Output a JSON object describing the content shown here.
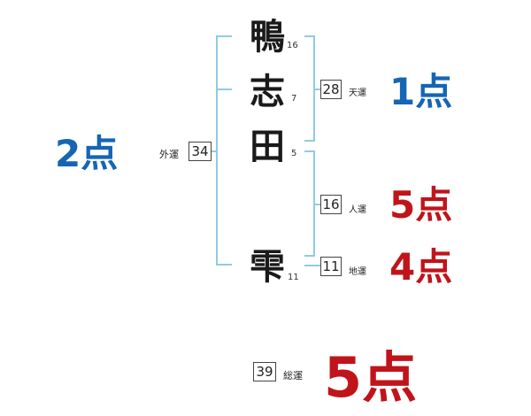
{
  "name": {
    "chars": [
      {
        "char": "鴨",
        "strokes": "16"
      },
      {
        "char": "志",
        "strokes": "7"
      },
      {
        "char": "田",
        "strokes": "5"
      },
      {
        "char": "雫",
        "strokes": "11"
      }
    ]
  },
  "fortunes": {
    "gaiun": {
      "label": "外運",
      "value": "34",
      "score": "2",
      "unit": "点"
    },
    "tenun": {
      "label": "天運",
      "value": "28",
      "score": "1",
      "unit": "点"
    },
    "jinun": {
      "label": "人運",
      "value": "16",
      "score": "5",
      "unit": "点"
    },
    "chiun": {
      "label": "地運",
      "value": "11",
      "score": "4",
      "unit": "点"
    },
    "souun": {
      "label": "総運",
      "value": "39",
      "score": "5",
      "unit": "点"
    }
  },
  "colors": {
    "line": "#8fcbe4",
    "score_blue": "#1565b5",
    "score_red": "#c0141a"
  }
}
